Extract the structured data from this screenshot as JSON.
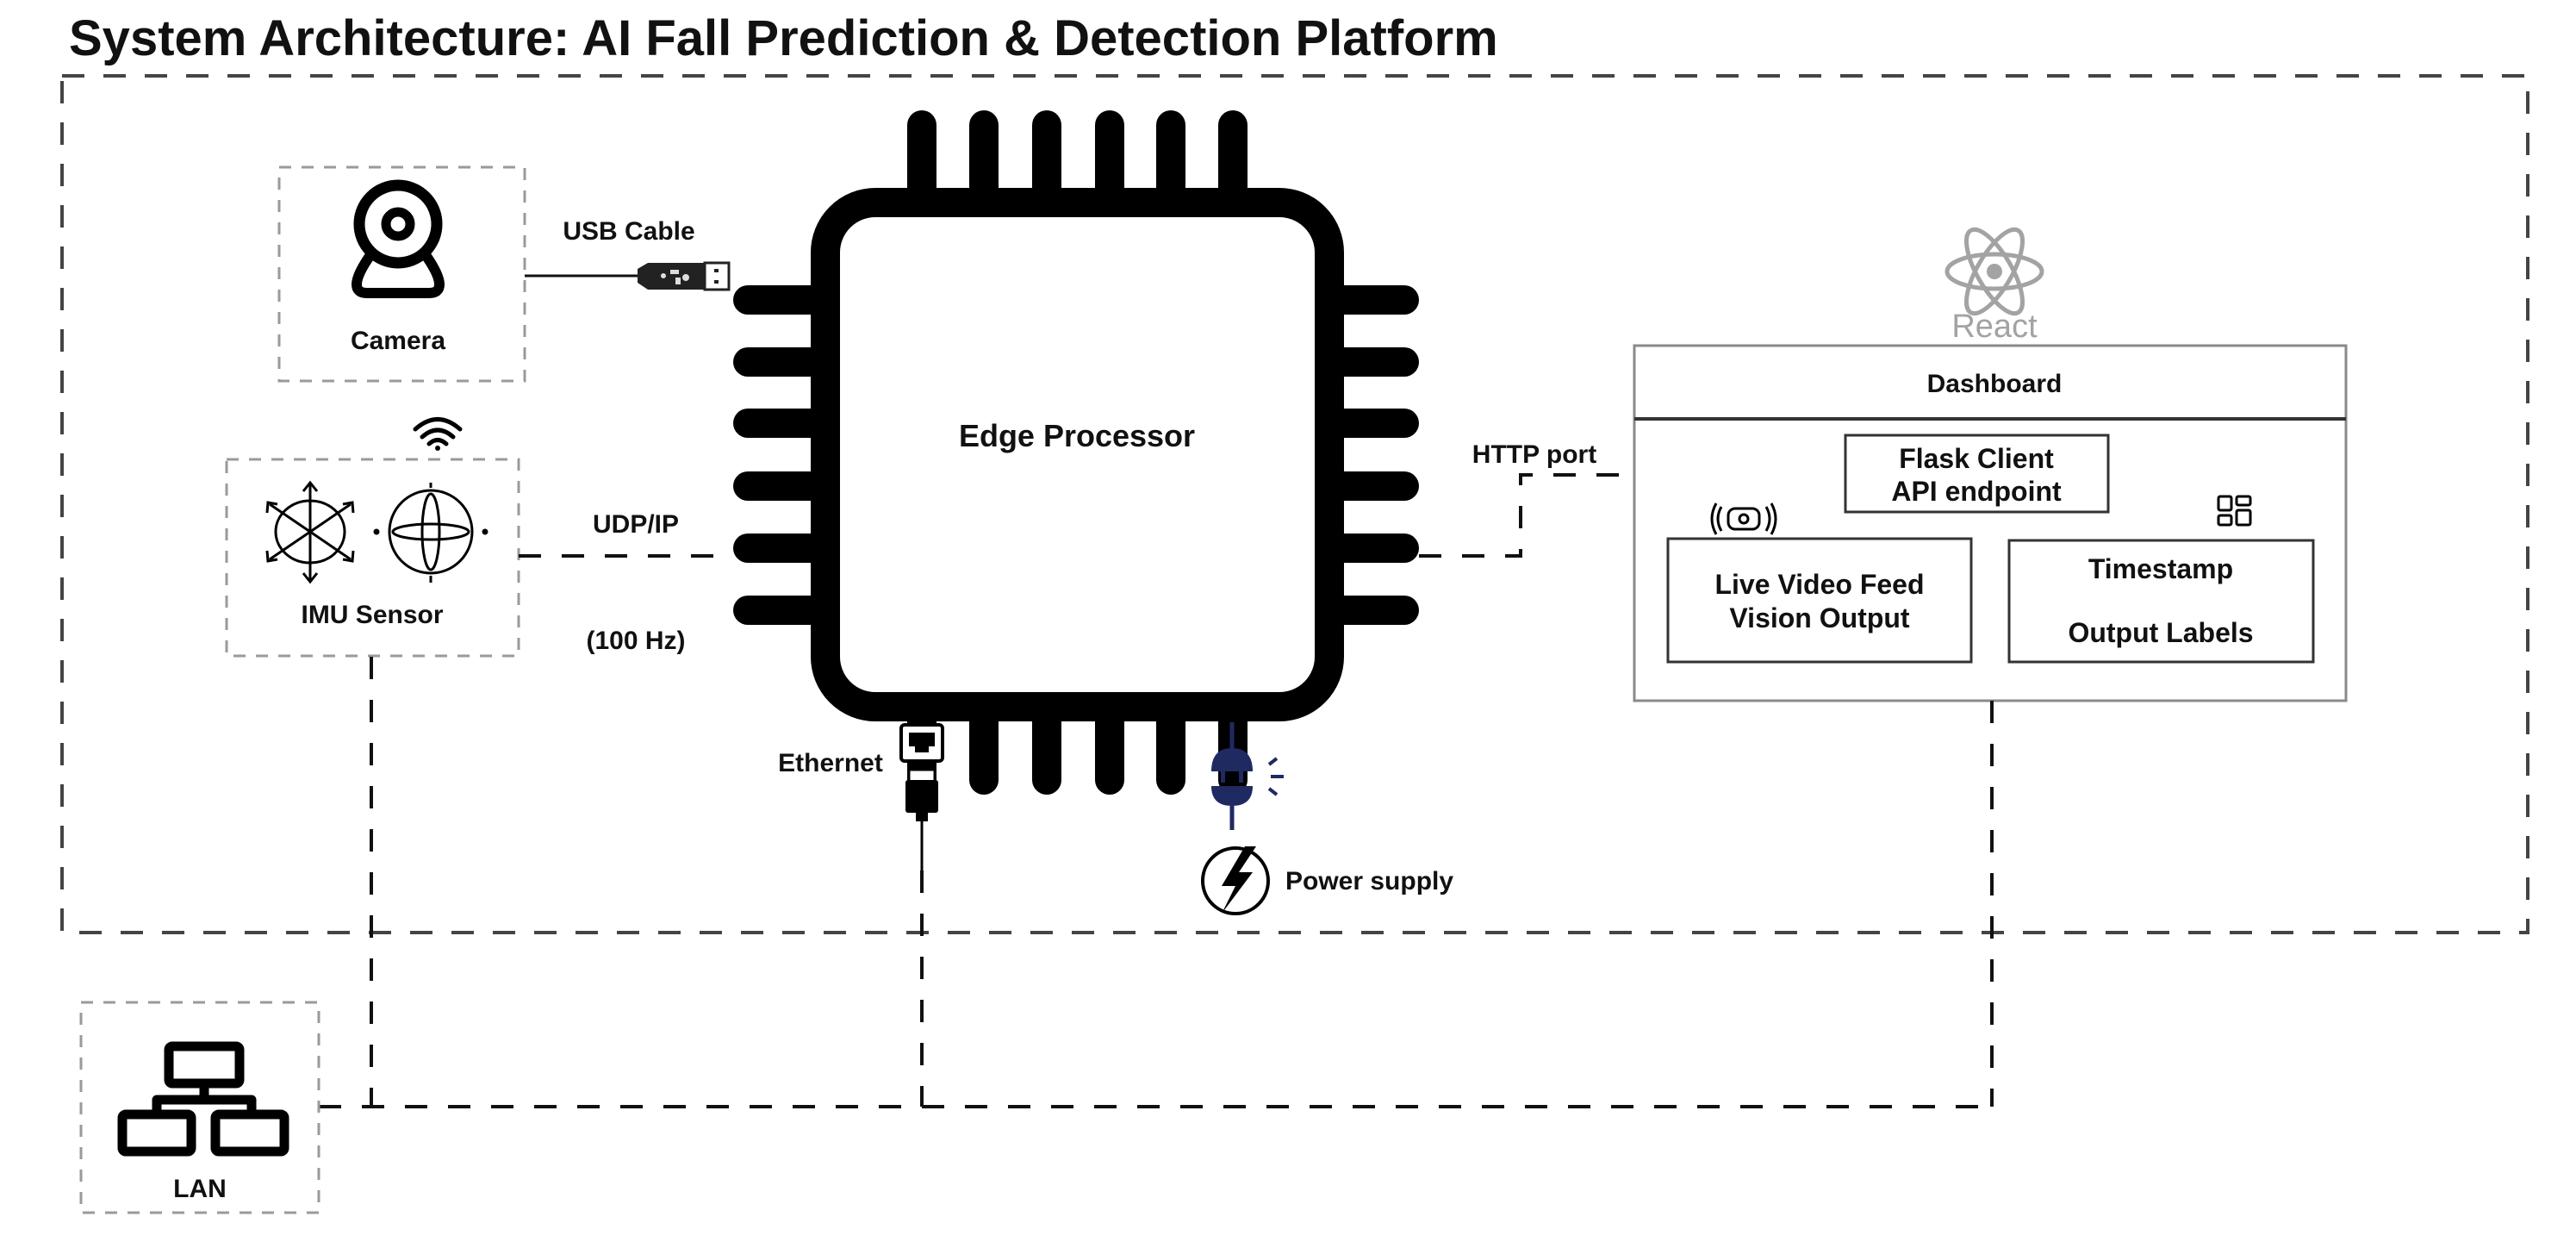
{
  "title": "System Architecture: AI Fall Prediction & Detection Platform",
  "components": {
    "camera": {
      "label": "Camera",
      "icon": "webcam-icon"
    },
    "imu": {
      "label": "IMU Sensor",
      "icons": [
        "accelerometer-icon",
        "gyroscope-icon",
        "wifi-icon"
      ]
    },
    "edge_processor": {
      "label": "Edge Processor",
      "icon": "cpu-chip-icon"
    },
    "lan": {
      "label": "LAN",
      "icon": "network-topology-icon"
    },
    "react": {
      "label": "React",
      "icon": "react-logo-icon"
    },
    "dashboard": {
      "title": "Dashboard",
      "flask": {
        "line1": "Flask Client",
        "line2": "API endpoint"
      },
      "video_panel": {
        "line1": "Live Video Feed",
        "line2": "Vision Output",
        "icon": "video-stream-icon"
      },
      "timestamp_panel": {
        "line1": "Timestamp",
        "line2": "Output Labels",
        "icon": "grid-layout-icon"
      }
    }
  },
  "connections": {
    "usb": {
      "label": "USB Cable",
      "icon": "usb-plug-icon"
    },
    "udp": {
      "label": "UDP/IP",
      "rate": "(100 Hz)"
    },
    "http": {
      "label": "HTTP port"
    },
    "ethernet": {
      "label": "Ethernet",
      "icon": "ethernet-port-icon"
    },
    "power": {
      "label": "Power supply",
      "icon": "lightning-icon"
    }
  },
  "colors": {
    "plug_navy": "#1f2a63",
    "react_gray": "#a3a3a3",
    "line_black": "#111111"
  }
}
